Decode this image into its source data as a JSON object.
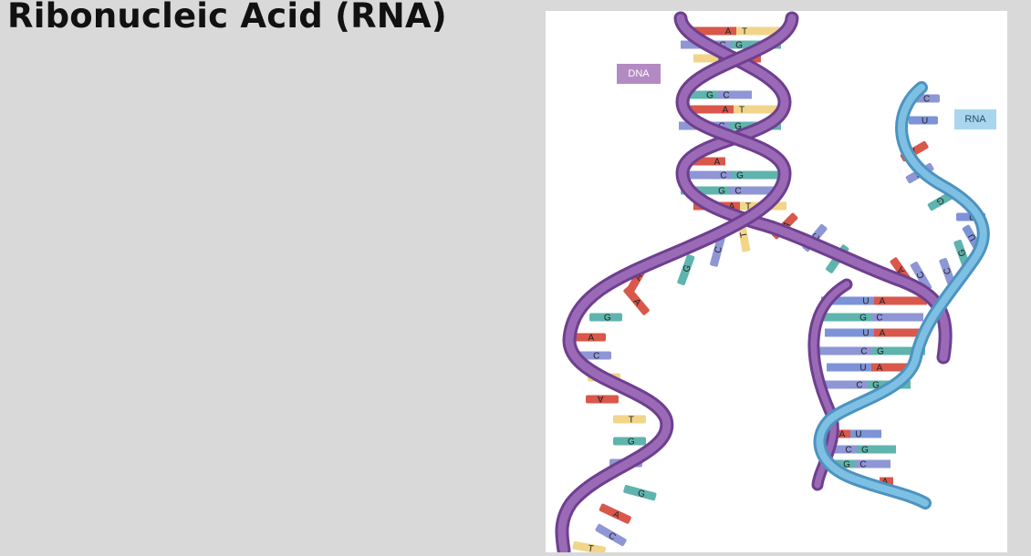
{
  "slide": {
    "title": "Ribonucleic Acid (RNA)"
  },
  "figure": {
    "labels": {
      "dna": "DNA",
      "rna": "RNA"
    },
    "colors": {
      "dna_backbone": "#9a6ab6",
      "dna_backbone_dark": "#6e3f8f",
      "rna_backbone": "#7ec0e3",
      "rna_backbone_dark": "#4d93bf",
      "A": "#d9574b",
      "T": "#f1d58a",
      "G": "#5fb4ad",
      "C": "#8f96d6",
      "U": "#7d93d8"
    },
    "base_pairs": {
      "parent_helix": [
        [
          "A",
          "T"
        ],
        [
          "C",
          "G"
        ],
        [
          "T",
          "A"
        ],
        [
          "G",
          "C"
        ],
        [
          "A",
          "T"
        ],
        [
          "C",
          "G"
        ],
        [
          "A"
        ],
        [
          "C",
          "G"
        ],
        [
          "G",
          "C"
        ],
        [
          "A",
          "T"
        ]
      ],
      "rna_dna_hybrid": [
        [
          "U",
          "A"
        ],
        [
          "G",
          "C"
        ],
        [
          "U",
          "A"
        ],
        [
          "C",
          "G"
        ],
        [
          "U",
          "A"
        ],
        [
          "C",
          "G"
        ]
      ],
      "lower_right_duplex": [
        [
          "A",
          "U"
        ],
        [
          "C",
          "G"
        ],
        [
          "G",
          "C"
        ],
        [
          "A"
        ]
      ]
    },
    "single_strand_bases": {
      "dna_fork_row": [
        "A",
        "G",
        "C",
        "T",
        "A",
        "C",
        "G",
        "A",
        "C"
      ],
      "left_template_strand": [
        "A",
        "G",
        "A",
        "C",
        "T",
        "A",
        "T",
        "G",
        "C",
        "G",
        "A",
        "C",
        "T"
      ],
      "rna_strand": [
        "C",
        "U",
        "A",
        "C",
        "G",
        "U",
        "U",
        "G",
        "C"
      ]
    }
  }
}
